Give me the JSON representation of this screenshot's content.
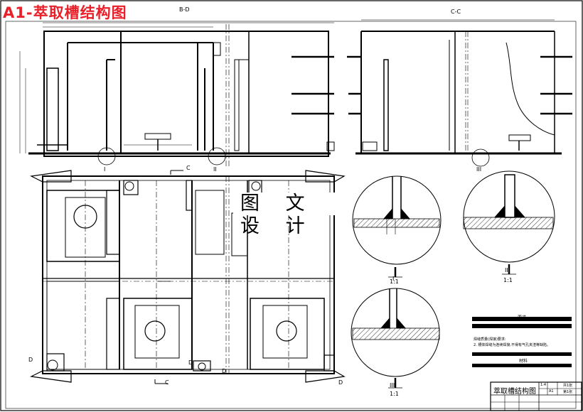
{
  "title": "A1-萃取槽结构图",
  "overlay_text": "图 文 设 计",
  "views": {
    "top_left": "B-D",
    "top_right": "C-C",
    "section_C_top": "C",
    "section_C_bottom": "C",
    "mark_D1": "D",
    "mark_D2": "D",
    "mark_D3": "D",
    "mark_D4": "D"
  },
  "details": [
    {
      "roman": "I",
      "scale": "1:1"
    },
    {
      "roman": "II",
      "scale": "1:1"
    },
    {
      "roman": "III",
      "scale": "1:1"
    }
  ],
  "callouts": {
    "c1": "I",
    "c2": "II",
    "c3": "III"
  },
  "notes": {
    "heading": "要求",
    "line1": "焊缝质量(焊接)要求:",
    "line2": "2. 槽体焊缝为连续焊接,不得有气孔夹渣等缺陷。",
    "footer": "材料"
  },
  "titleblock": {
    "name": "萃取槽结构图",
    "cells": [
      "1:4",
      "共1张",
      "第1张",
      "A1"
    ]
  }
}
